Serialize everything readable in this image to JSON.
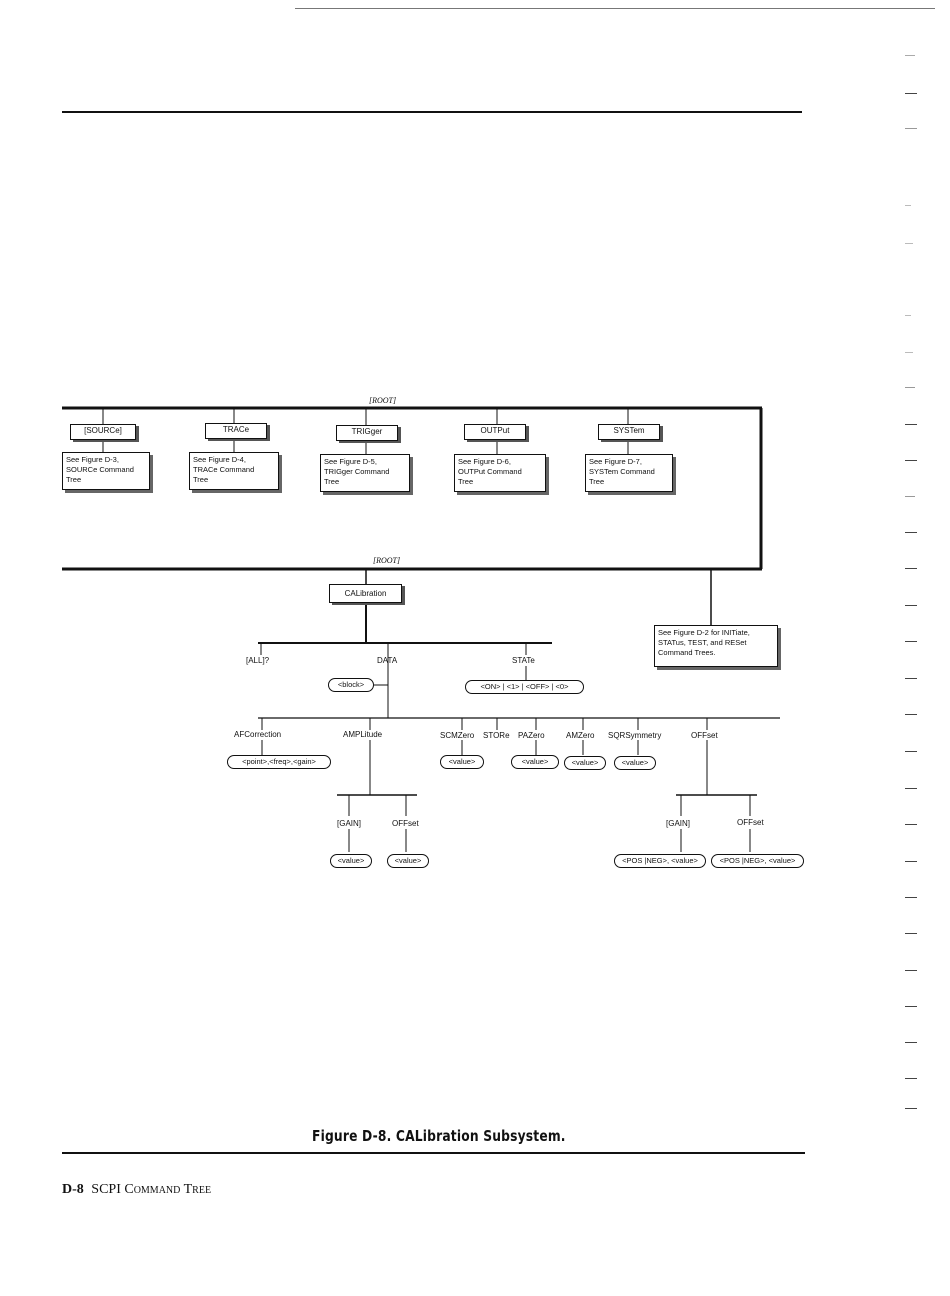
{
  "diagram": {
    "root_label": "[ROOT]",
    "root_label_2": "[ROOT]",
    "top_commands": [
      {
        "label": "[SOURCe]",
        "note": "See Figure D-3,\nSOURCe Command\nTree"
      },
      {
        "label": "TRACe",
        "note": "See Figure D-4,\nTRACe Command\nTree"
      },
      {
        "label": "TRIGger",
        "note": "See Figure D-5,\nTRIGger Command\nTree"
      },
      {
        "label": "OUTPut",
        "note": "See Figure D-6,\nOUTPut Command\nTree"
      },
      {
        "label": "SYSTem",
        "note": "See Figure D-7,\nSYSTem Command\nTree"
      }
    ],
    "calibration_label": "CALibration",
    "other_trees_note": "See Figure D-2 for INITiate,\nSTATus, TEST, and RESet\nCommand Trees.",
    "level1": {
      "all": "[ALL]?",
      "data": "DATA",
      "state": "STATe"
    },
    "params": {
      "block": "<block>",
      "state_values": "<ON> | <1> | <OFF> | <0>",
      "afcorrection": "<point>,<freq>,<gain>",
      "scmzero": "<value>",
      "pazero": "<value>",
      "amzero": "<value>",
      "sqrsymmetry": "<value>",
      "ampl_gain": "<value>",
      "ampl_offset": "<value>",
      "offset_gain": "<POS |NEG>, <value>",
      "offset_offset": "<POS |NEG>, <value>"
    },
    "level2": {
      "afcorrection": "AFCorrection",
      "amplitude": "AMPLitude",
      "scmzero": "SCMZero",
      "store": "STORe",
      "pazero": "PAZero",
      "amzero": "AMZero",
      "sqrsymmetry": "SQRSymmetry",
      "offset": "OFFset"
    },
    "level3": {
      "ampl_gain": "[GAIN]",
      "ampl_offset": "OFFset",
      "offset_gain": "[GAIN]",
      "offset_offset": "OFFset"
    }
  },
  "caption": "Figure D-8. CALibration Subsystem.",
  "footer": {
    "page_number": "D-8",
    "section_title": "SCPI Command Tree"
  }
}
